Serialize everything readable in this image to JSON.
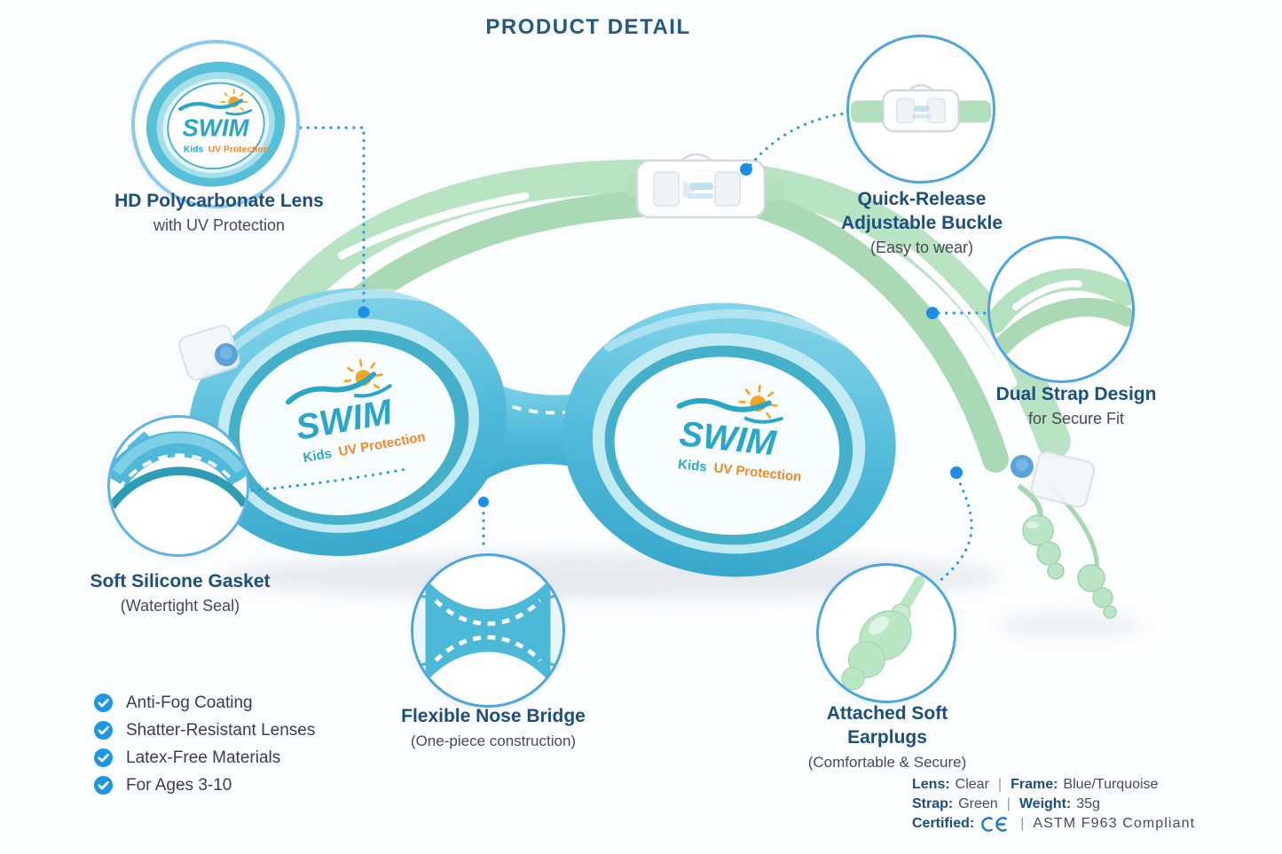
{
  "page": {
    "title": "PRODUCT DETAIL"
  },
  "brand": {
    "logo_main": "SWIM",
    "logo_kids": "Kids",
    "logo_uv": "UV Protection"
  },
  "callouts": {
    "lens": {
      "title": "HD Polycarbonate Lens",
      "subtitle": "with UV Protection"
    },
    "buckle": {
      "title_line1": "Quick-Release",
      "title_line2": "Adjustable Buckle",
      "subtitle": "(Easy to wear)"
    },
    "strap": {
      "title": "Dual Strap Design",
      "subtitle": "for Secure Fit"
    },
    "gasket": {
      "title": "Soft Silicone Gasket",
      "subtitle": "(Watertight Seal)"
    },
    "nose": {
      "title": "Flexible Nose Bridge",
      "subtitle": "(One-piece construction)"
    },
    "earplugs": {
      "title_line1": "Attached Soft",
      "title_line2": "Earplugs",
      "subtitle": "(Comfortable & Secure)"
    }
  },
  "features": [
    "Anti-Fog Coating",
    "Shatter-Resistant Lenses",
    "Latex-Free Materials",
    "For Ages 3-10"
  ],
  "specs": {
    "separator": "|",
    "row1": {
      "label1": "Lens:",
      "value1": "Clear",
      "label2": "Frame:",
      "value2": "Blue/Turquoise"
    },
    "row2": {
      "label1": "Strap:",
      "value1": "Green",
      "label2": "Weight:",
      "value2": "35g"
    },
    "row3": {
      "label1": "Certified:",
      "mark": "CE",
      "value2": "ASTM F963 Compliant"
    }
  },
  "icons": {
    "feature_bullet": "check-circle-icon",
    "certification": "ce-mark-icon"
  },
  "colors": {
    "navy_text": "#1d4e80",
    "title_navy": "#235a85",
    "connector_blue": "#1d8ee5",
    "check_blue": "#1e96e8",
    "ce_blue": "#1a7ac7",
    "frame_blue": "#4fb9d9",
    "strap_green": "#b6e2c0",
    "logo_teal": "#2aa6c8",
    "logo_orange": "#f0882d"
  }
}
